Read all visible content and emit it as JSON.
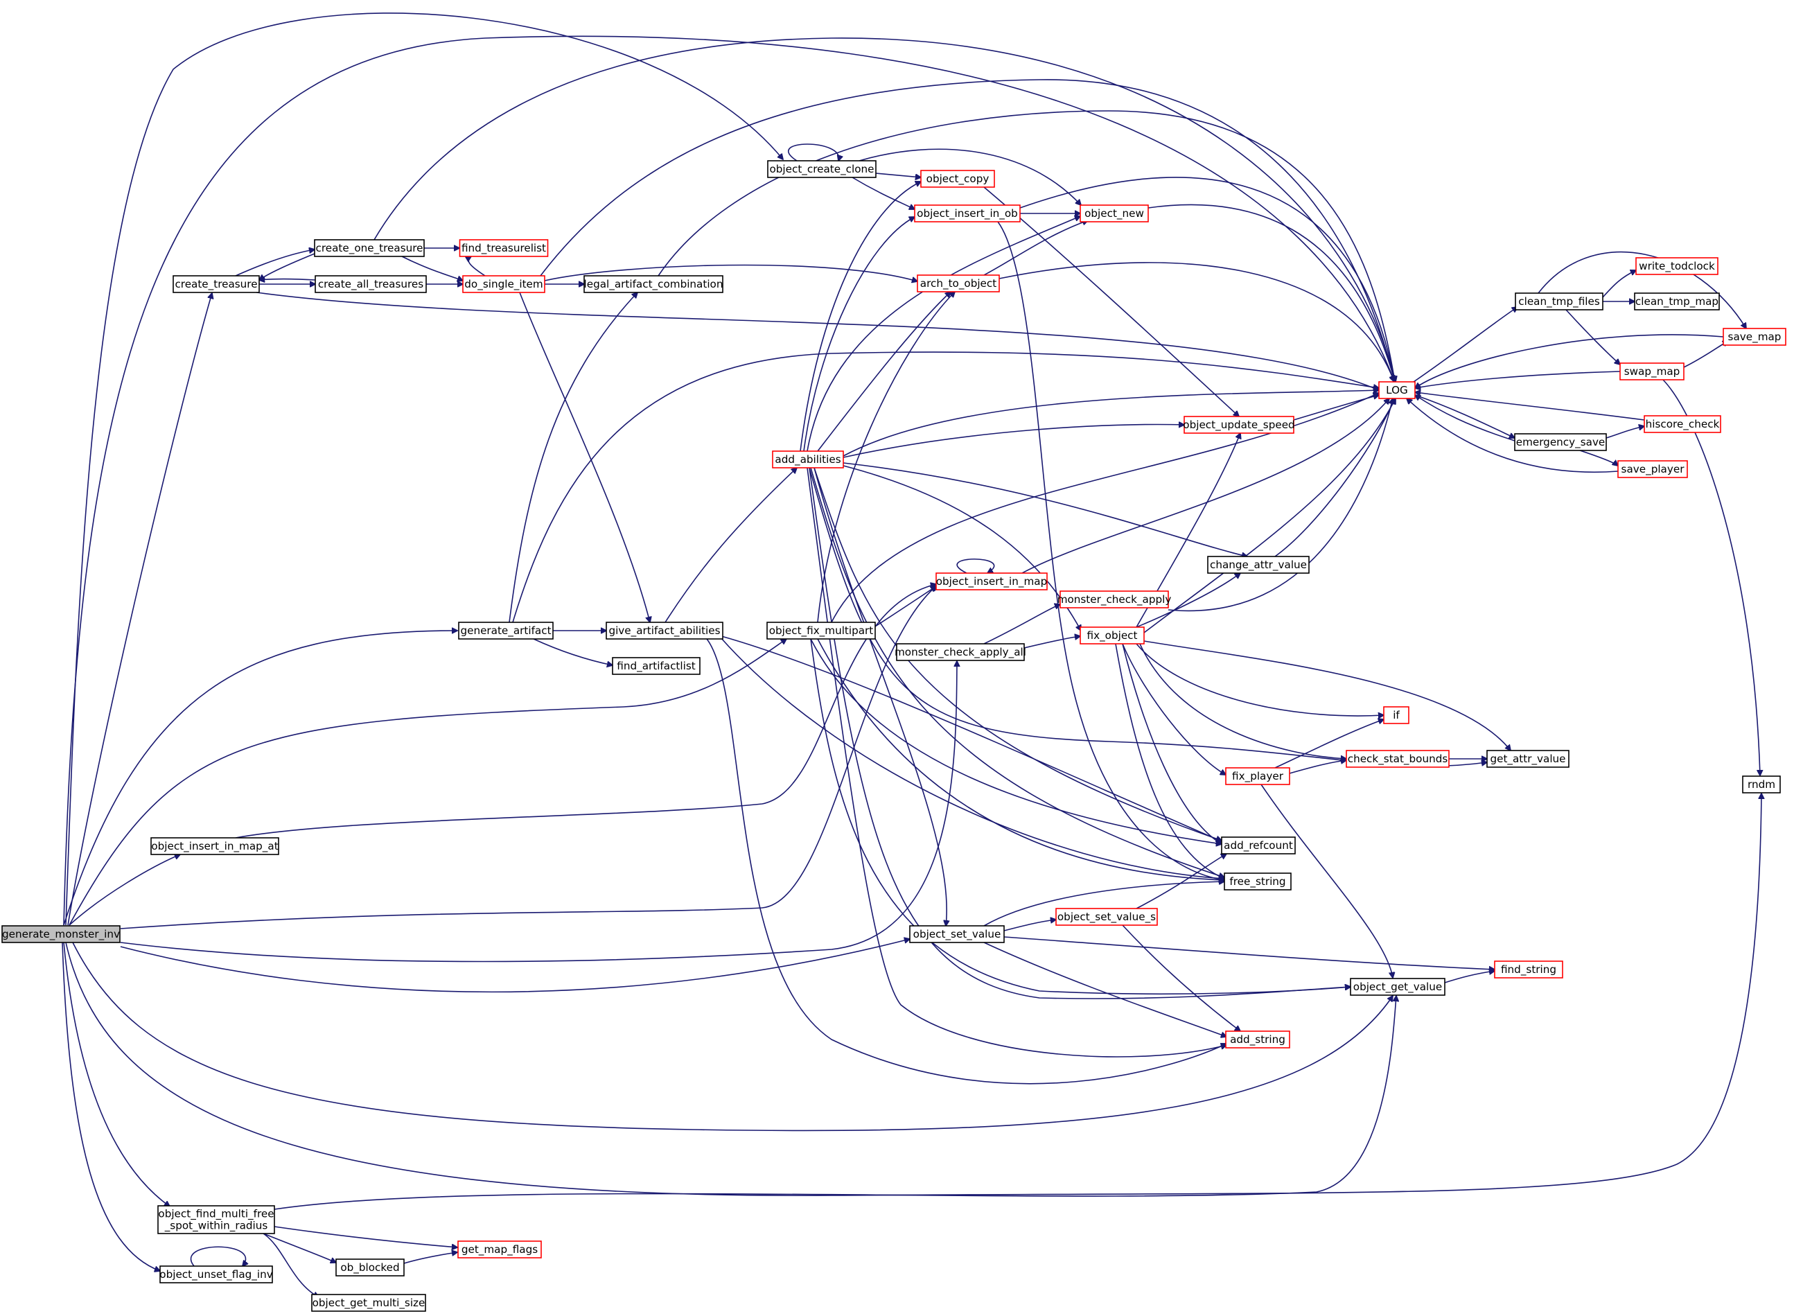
{
  "graph": {
    "root": "generate_monster_inv",
    "colors": {
      "edge": "#191970",
      "node_border_plain": "#000000",
      "node_border_linked": "#ff0000",
      "root_fill": "#bfbfbf",
      "node_fill": "#ffffff"
    },
    "nodes": [
      {
        "id": "generate_monster_inv",
        "label": "generate_monster_inv",
        "style": "root"
      },
      {
        "id": "create_treasure",
        "label": "create_treasure",
        "style": "plain"
      },
      {
        "id": "create_one_treasure",
        "label": "create_one_treasure",
        "style": "plain"
      },
      {
        "id": "create_all_treasures",
        "label": "create_all_treasures",
        "style": "plain"
      },
      {
        "id": "find_treasurelist",
        "label": "find_treasurelist",
        "style": "linked"
      },
      {
        "id": "do_single_item",
        "label": "do_single_item",
        "style": "linked"
      },
      {
        "id": "legal_artifact_combination",
        "label": "legal_artifact_combination",
        "style": "plain"
      },
      {
        "id": "object_create_clone",
        "label": "object_create_clone",
        "style": "plain"
      },
      {
        "id": "object_copy",
        "label": "object_copy",
        "style": "linked"
      },
      {
        "id": "object_insert_in_ob",
        "label": "object_insert_in_ob",
        "style": "linked"
      },
      {
        "id": "object_new",
        "label": "object_new",
        "style": "linked"
      },
      {
        "id": "arch_to_object",
        "label": "arch_to_object",
        "style": "linked"
      },
      {
        "id": "LOG",
        "label": "LOG",
        "style": "linked"
      },
      {
        "id": "object_update_speed",
        "label": "object_update_speed",
        "style": "linked"
      },
      {
        "id": "add_abilities",
        "label": "add_abilities",
        "style": "linked"
      },
      {
        "id": "generate_artifact",
        "label": "generate_artifact",
        "style": "plain"
      },
      {
        "id": "give_artifact_abilities",
        "label": "give_artifact_abilities",
        "style": "plain"
      },
      {
        "id": "find_artifactlist",
        "label": "find_artifactlist",
        "style": "plain"
      },
      {
        "id": "object_fix_multipart",
        "label": "object_fix_multipart",
        "style": "plain"
      },
      {
        "id": "object_insert_in_map",
        "label": "object_insert_in_map",
        "style": "linked"
      },
      {
        "id": "monster_check_apply",
        "label": "monster_check_apply",
        "style": "linked"
      },
      {
        "id": "monster_check_apply_all",
        "label": "monster_check_apply_all",
        "style": "plain"
      },
      {
        "id": "fix_object",
        "label": "fix_object",
        "style": "linked"
      },
      {
        "id": "change_attr_value",
        "label": "change_attr_value",
        "style": "plain"
      },
      {
        "id": "if",
        "label": "if",
        "style": "linked"
      },
      {
        "id": "fix_player",
        "label": "fix_player",
        "style": "linked"
      },
      {
        "id": "check_stat_bounds",
        "label": "check_stat_bounds",
        "style": "linked"
      },
      {
        "id": "get_attr_value",
        "label": "get_attr_value",
        "style": "plain"
      },
      {
        "id": "add_refcount",
        "label": "add_refcount",
        "style": "plain"
      },
      {
        "id": "free_string",
        "label": "free_string",
        "style": "plain"
      },
      {
        "id": "object_insert_in_map_at",
        "label": "object_insert_in_map_at",
        "style": "plain"
      },
      {
        "id": "object_set_value",
        "label": "object_set_value",
        "style": "plain"
      },
      {
        "id": "object_set_value_s",
        "label": "object_set_value_s",
        "style": "linked"
      },
      {
        "id": "find_string",
        "label": "find_string",
        "style": "linked"
      },
      {
        "id": "object_get_value",
        "label": "object_get_value",
        "style": "plain"
      },
      {
        "id": "add_string",
        "label": "add_string",
        "style": "linked"
      },
      {
        "id": "clean_tmp_files",
        "label": "clean_tmp_files",
        "style": "plain"
      },
      {
        "id": "write_todclock",
        "label": "write_todclock",
        "style": "linked"
      },
      {
        "id": "clean_tmp_map",
        "label": "clean_tmp_map",
        "style": "plain"
      },
      {
        "id": "save_map",
        "label": "save_map",
        "style": "linked"
      },
      {
        "id": "swap_map",
        "label": "swap_map",
        "style": "linked"
      },
      {
        "id": "hiscore_check",
        "label": "hiscore_check",
        "style": "linked"
      },
      {
        "id": "emergency_save",
        "label": "emergency_save",
        "style": "plain"
      },
      {
        "id": "save_player",
        "label": "save_player",
        "style": "linked"
      },
      {
        "id": "rndm",
        "label": "rndm",
        "style": "plain"
      },
      {
        "id": "object_find_multi_free_spot_within_radius",
        "label": [
          "object_find_multi_free",
          "_spot_within_radius"
        ],
        "style": "plain"
      },
      {
        "id": "get_map_flags",
        "label": "get_map_flags",
        "style": "linked"
      },
      {
        "id": "ob_blocked",
        "label": "ob_blocked",
        "style": "plain"
      },
      {
        "id": "object_unset_flag_inv",
        "label": "object_unset_flag_inv",
        "style": "plain"
      },
      {
        "id": "object_get_multi_size",
        "label": "object_get_multi_size",
        "style": "plain"
      }
    ]
  }
}
